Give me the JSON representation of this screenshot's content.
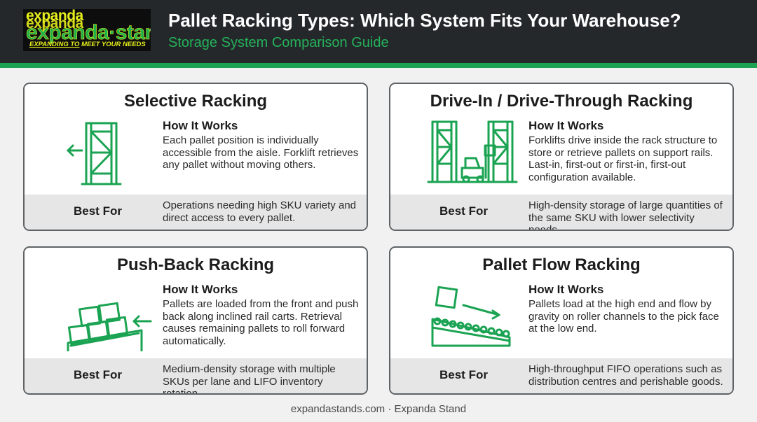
{
  "header": {
    "logo_small": "expanda",
    "logo_main": "expanda·stand",
    "logo_tagline_a": "EXPANDING TO",
    "logo_tagline_b": " MEET YOUR NEEDS",
    "title": "Pallet Racking Types: Which System Fits Your Warehouse?",
    "subtitle": "Storage System Comparison Guide"
  },
  "colors": {
    "header_bg": "#24282b",
    "accent_green": "#1aa352",
    "card_border": "#5f6366",
    "band_bg": "#e6e6e6"
  },
  "cards": [
    {
      "title": "Selective Racking",
      "icon": "selective-rack-icon",
      "how_heading": "How It Works",
      "how_text": "Each pallet position is individually accessible from the aisle. Forklift retrieves any pallet without moving others.",
      "best_label": "Best For",
      "best_text": "Operations needing high SKU variety and direct access to every pallet."
    },
    {
      "title": "Drive-In / Drive-Through Racking",
      "icon": "drive-in-rack-forklift-icon",
      "how_heading": "How It Works",
      "how_text": "Forklifts drive inside the rack structure to store or retrieve pallets on support rails. Last-in, first-out or first-in, first-out configuration available.",
      "best_label": "Best For",
      "best_text": "High-density storage of large quantities of the same SKU with lower selectivity needs."
    },
    {
      "title": "Push-Back Racking",
      "icon": "push-back-pallets-icon",
      "how_heading": "How It Works",
      "how_text": "Pallets are loaded from the front and push back along inclined rail carts. Retrieval causes remaining pallets to roll forward automatically.",
      "best_label": "Best For",
      "best_text": "Medium-density storage with multiple SKUs per lane and LIFO inventory rotation."
    },
    {
      "title": "Pallet Flow Racking",
      "icon": "pallet-flow-rollers-icon",
      "how_heading": "How It Works",
      "how_text": "Pallets load at the high end and flow by gravity on roller channels to the pick face at the low end.",
      "best_label": "Best For",
      "best_text": "High-throughput FIFO operations such as distribution centres and perishable goods."
    }
  ],
  "footer": "expandastands.com · Expanda Stand"
}
